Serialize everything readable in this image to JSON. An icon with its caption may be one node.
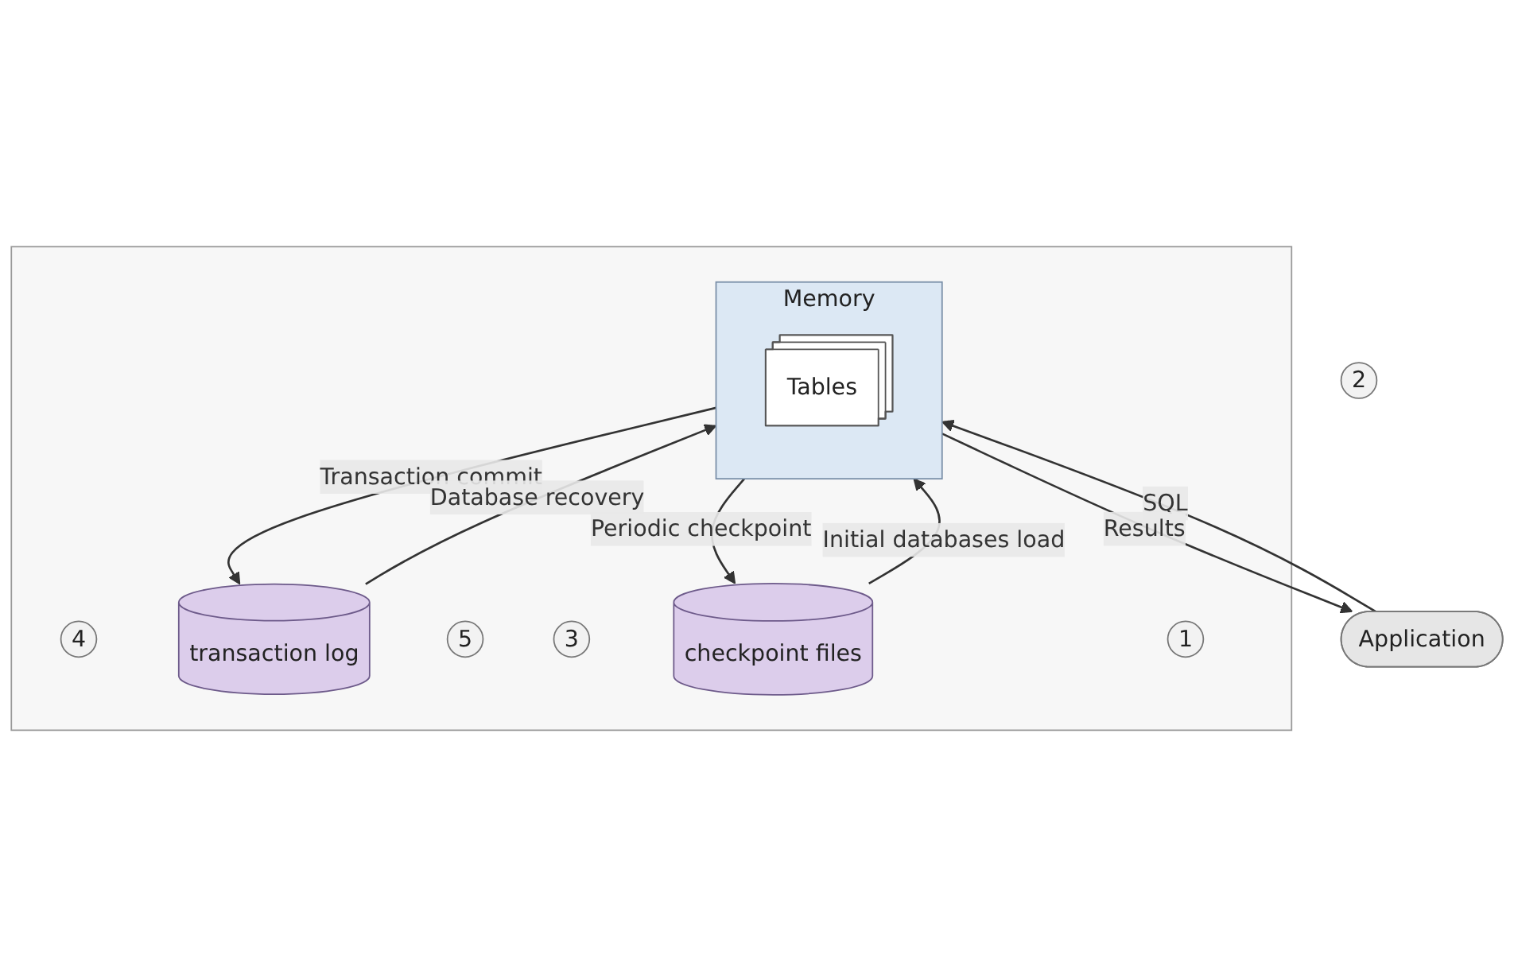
{
  "diagram": {
    "nodes": [
      {
        "text": [
          "Application"
        ]
      },
      {
        "text": [
          "2"
        ]
      },
      {
        "text": [],
        "shape": "box"
      },
      {
        "text": [
          "Memory"
        ],
        "in": 2
      },
      {
        "text": [
          "Tables"
        ],
        "in": 3
      },
      {
        "text": [
          "4"
        ],
        "in": 2
      },
      {
        "text": [
          "transaction log"
        ],
        "in": 2
      },
      {
        "text": [
          "5"
        ],
        "in": 2
      },
      {
        "text": [
          "3"
        ],
        "in": 2
      },
      {
        "text": [
          "checkpoint files"
        ],
        "in": 2
      },
      {
        "text": [
          "1"
        ],
        "in": 2
      }
    ],
    "edges": [
      {
        "from": 0,
        "to": 3,
        "arrow": "to",
        "label": "SQL"
      },
      {
        "from": 3,
        "to": 0,
        "arrow": "to",
        "label": "Results"
      },
      {
        "from": 3,
        "to": 6,
        "arrow": "to",
        "label": "Transaction commit"
      },
      {
        "from": 6,
        "to": 3,
        "arrow": "to",
        "label": "Database recovery"
      },
      {
        "from": 3,
        "to": 9,
        "arrow": "to",
        "label": "Periodic checkpoint"
      },
      {
        "from": 9,
        "to": 3,
        "arrow": "to",
        "label": "Initial databases load"
      }
    ]
  }
}
